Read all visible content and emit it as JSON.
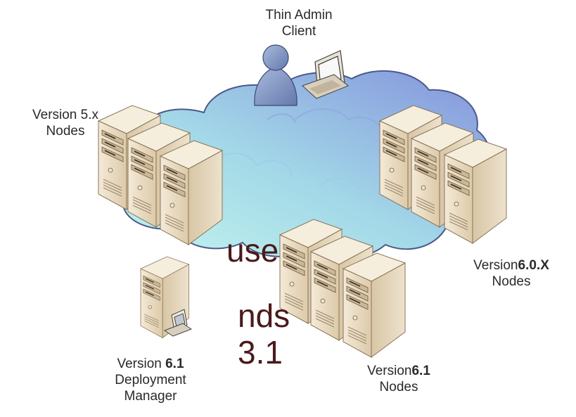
{
  "slide_fragments": {
    "line1": "use",
    "line2": "nds",
    "line3": "3.1"
  },
  "labels": {
    "thin_admin": {
      "line1": "Thin Admin",
      "line2": "Client"
    },
    "v5_nodes": {
      "line1": "Version 5.x",
      "line2": "Nodes"
    },
    "v60_nodes": {
      "prefix": "Version",
      "bold": "6.0.X",
      "line2": "Nodes"
    },
    "v61_dmgr": {
      "prefix": "Version ",
      "bold": "6.1",
      "line2": "Deployment",
      "line3": "Manager"
    },
    "v61_nodes": {
      "prefix": "Version",
      "bold": "6.1",
      "line2": "Nodes"
    }
  },
  "icons": {
    "cloud": "network-cloud-icon",
    "user": "user-icon",
    "laptop": "laptop-icon",
    "server": "server-tower-icon",
    "workstation": "workstation-icon"
  },
  "colors": {
    "cloud_light": "#bff3ee",
    "cloud_mid": "#9fc9e6",
    "cloud_dark": "#7f8fd8",
    "server_body": "#e9dcc4",
    "server_shade": "#bfa88a",
    "user_body": "#8097c4",
    "text_fragment": "#4a1a1a"
  }
}
